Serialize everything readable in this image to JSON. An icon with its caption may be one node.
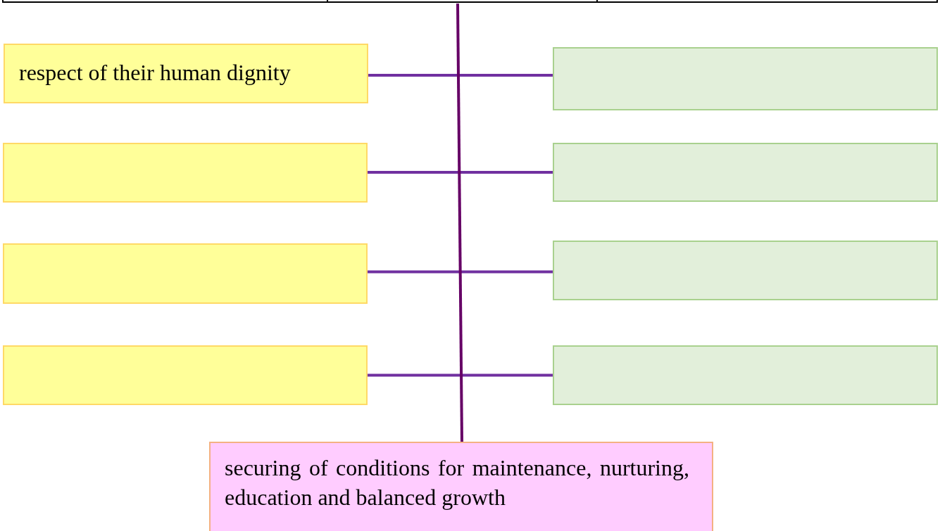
{
  "diagram": {
    "nodes": [
      {
        "text": [
          "respect of their human dignity"
        ]
      },
      {
        "text": [],
        "shape": "box"
      },
      {
        "text": [],
        "shape": "box"
      },
      {
        "text": [],
        "shape": "box"
      },
      {
        "text": [],
        "shape": "box"
      },
      {
        "text": [],
        "shape": "box"
      },
      {
        "text": [],
        "shape": "box"
      },
      {
        "text": [],
        "shape": "box"
      },
      {
        "text": [
          "securing of conditions for maintenance, nurturing, education and balanced growth"
        ]
      }
    ],
    "edges": [
      {
        "from": 0,
        "to": 1,
        "arrow": "none"
      },
      {
        "from": 2,
        "to": 3,
        "arrow": "none"
      },
      {
        "from": 4,
        "to": 5,
        "arrow": "none"
      },
      {
        "from": 6,
        "to": 7,
        "arrow": "none"
      },
      {
        "from": null,
        "to": 8,
        "arrow": "none",
        "color": "#660066"
      }
    ]
  }
}
